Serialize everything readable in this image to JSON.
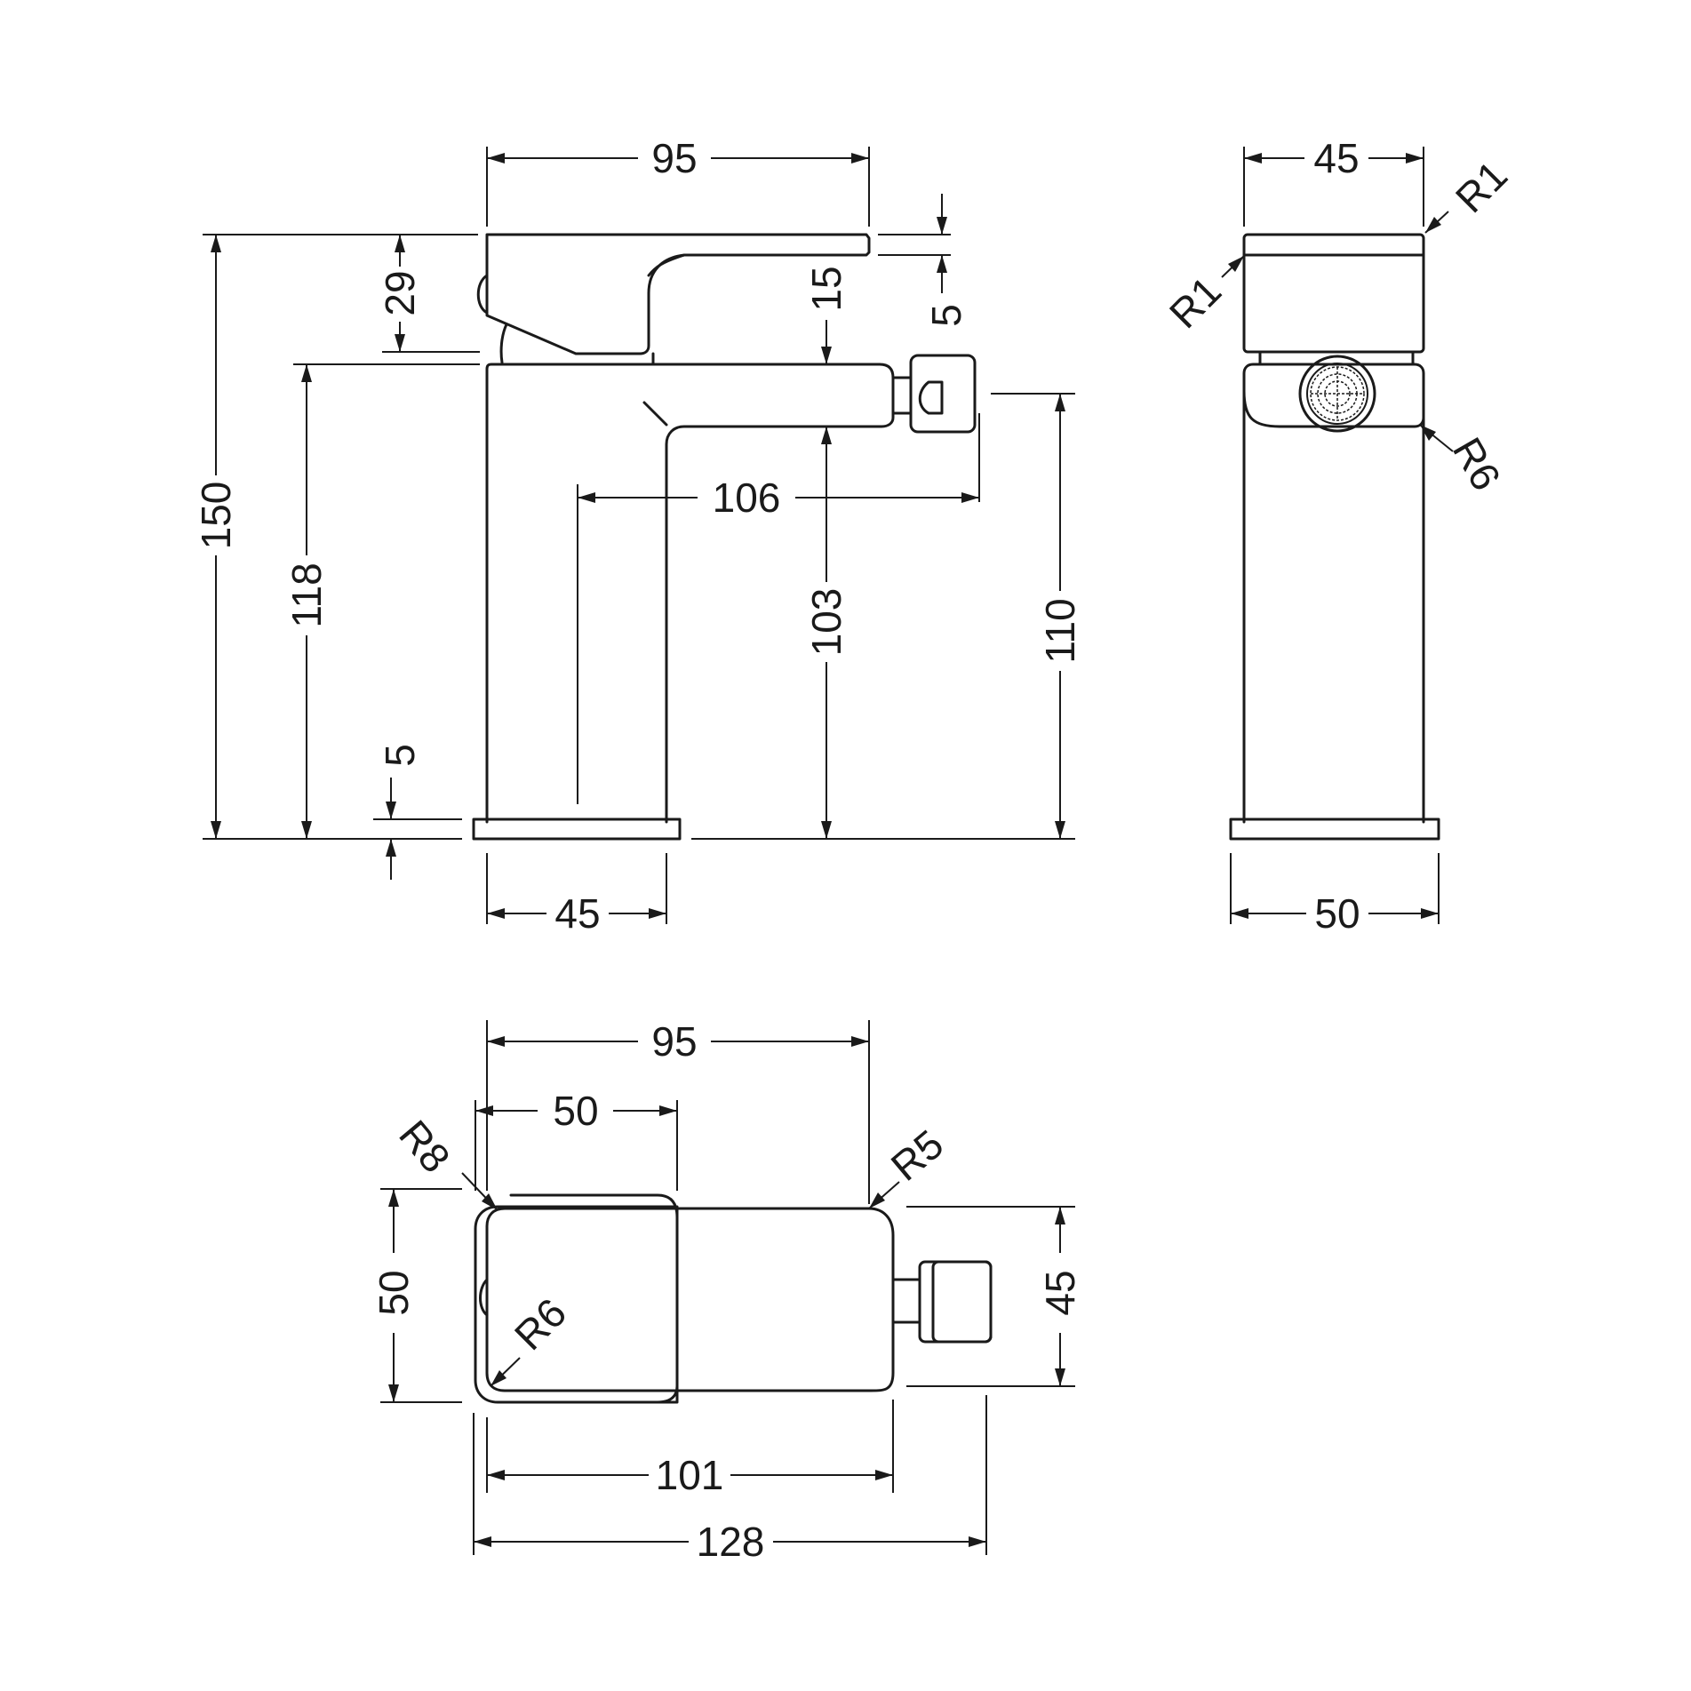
{
  "side_view": {
    "dims": {
      "width_top": "95",
      "height_total": "150",
      "lever_height": "29",
      "body_height": "118",
      "spout_thickness": "15",
      "lever_tip": "5",
      "base_plate": "5",
      "reach": "106",
      "spout_height": "103",
      "nozzle_height": "110",
      "body_width": "45"
    }
  },
  "front_view": {
    "dims": {
      "width_top": "45",
      "width_base": "50",
      "radius_top_right": "R1",
      "radius_top_left": "R1",
      "radius_nozzle": "R6"
    }
  },
  "plan_view": {
    "dims": {
      "width_top": "95",
      "lever_width": "50",
      "depth_left": "50",
      "depth_right": "45",
      "body_length": "101",
      "overall_length": "128",
      "radius_corner_left": "R8",
      "radius_corner_right": "R5",
      "radius_inner": "R6"
    }
  }
}
